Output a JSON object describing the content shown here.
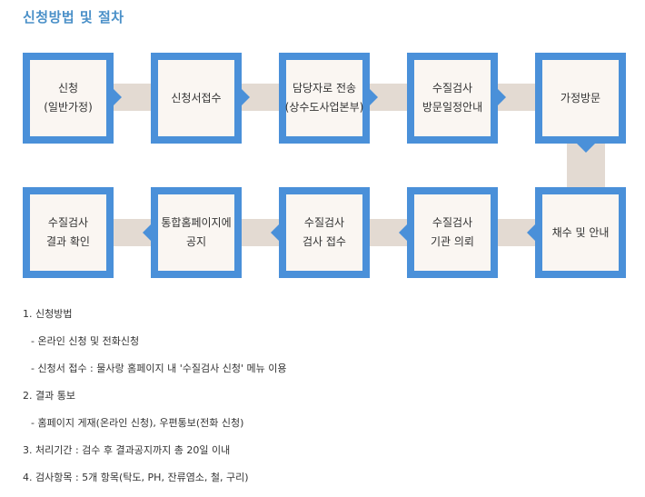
{
  "title": "신청방법 및 절차",
  "flow": {
    "steps": [
      {
        "lines": [
          "신청",
          "(일반가정)"
        ]
      },
      {
        "lines": [
          "신청서접수"
        ]
      },
      {
        "lines": [
          "담당자로 전송",
          "(상수도사업본부)"
        ]
      },
      {
        "lines": [
          "수질검사",
          "방문일정안내"
        ]
      },
      {
        "lines": [
          "가정방문"
        ]
      },
      {
        "lines": [
          "채수 및 안내"
        ]
      },
      {
        "lines": [
          "수질검사",
          "기관 의뢰"
        ]
      },
      {
        "lines": [
          "수질검사",
          "검사 접수"
        ]
      },
      {
        "lines": [
          "통합홈페이지에",
          "공지"
        ]
      },
      {
        "lines": [
          "수질검사",
          "결과 확인"
        ]
      }
    ]
  },
  "notes": [
    "1. 신청방법",
    "- 온라인 신청 및 전화신청",
    "- 신청서 접수 : 물사랑 홈페이지 내 '수질검사 신청' 메뉴 이용",
    "2. 결과 통보",
    "- 홈페이지 게재(온라인 신청), 우편통보(전화 신청)",
    "3. 처리기간 : 검수 후 결과공지까지 총 20일 이내",
    "4. 검사항목 : 5개 항목(탁도, PH, 잔류염소, 철, 구리)"
  ]
}
